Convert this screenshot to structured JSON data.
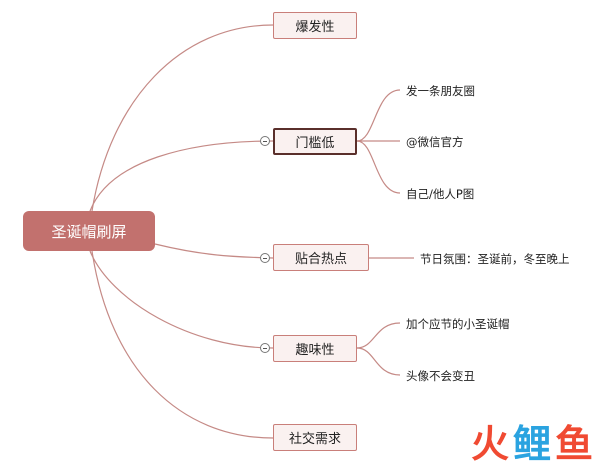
{
  "root": {
    "label": "圣诞帽刷屏"
  },
  "branches": [
    {
      "label": "爆发性",
      "children": []
    },
    {
      "label": "门槛低",
      "children": [
        "发一条朋友圈",
        "@微信官方",
        "自己/他人P图"
      ]
    },
    {
      "label": "贴合热点",
      "children": [
        "节日氛围：圣诞前，冬至晚上"
      ]
    },
    {
      "label": "趣味性",
      "children": [
        "加个应节的小圣诞帽",
        "头像不会变丑"
      ]
    },
    {
      "label": "社交需求",
      "children": []
    }
  ],
  "watermark": {
    "chars": [
      "火",
      "鲤",
      "鱼"
    ],
    "colors": [
      "#f04a32",
      "#2aa3e0",
      "#f04a32"
    ]
  },
  "colors": {
    "root": "#c2716e",
    "branch_border": "#c97f7a",
    "line": "#c58a86"
  }
}
